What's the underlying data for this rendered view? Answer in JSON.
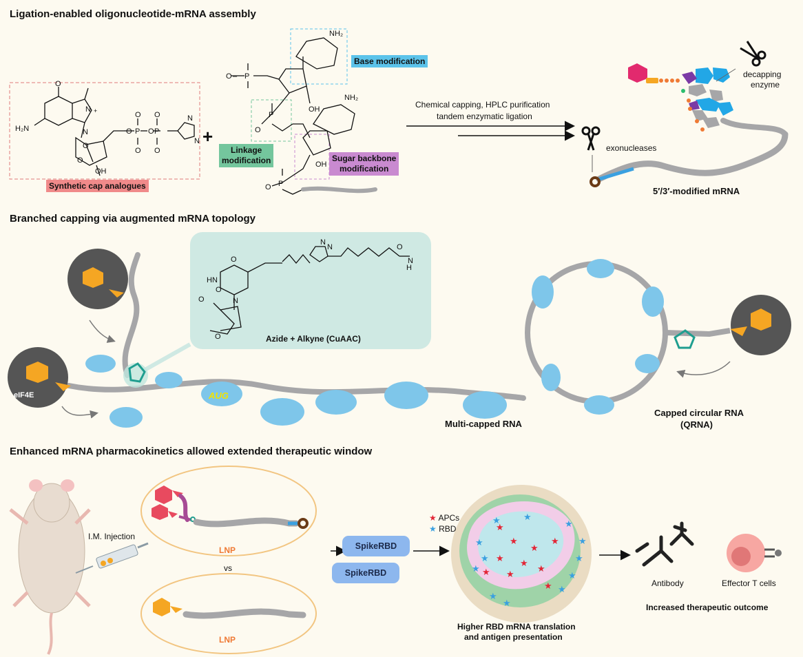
{
  "sections": {
    "s1_title": "Ligation-enabled oligonucleotide-mRNA assembly",
    "s2_title": "Branched capping via augmented mRNA topology",
    "s3_title": "Enhanced mRNA pharmacokinetics allowed extended therapeutic window"
  },
  "panel1": {
    "synthetic_cap": "Synthetic cap analogues",
    "base_mod": "Base modification",
    "linkage_mod_1": "Linkage",
    "linkage_mod_2": "modification",
    "sugar_mod_1": "Sugar backbone",
    "sugar_mod_2": "modification",
    "plus": "+",
    "arrow_text_1": "Chemical capping, HPLC purification",
    "arrow_text_2": "tandem enzymatic ligation",
    "decapping_1": "decapping",
    "decapping_2": "enzyme",
    "exonucleases": "exonucleases",
    "product": "5′/3′-modified mRNA"
  },
  "panel2": {
    "click_chem": "Azide + Alkyne (CuAAC)",
    "eif4e": "eIF4E",
    "aug": "AUG",
    "multi_capped": "Multi-capped RNA",
    "capped_circ_1": "Capped circular RNA",
    "capped_circ_2": "(QRNA)"
  },
  "panel3": {
    "injection": "I.M. Injection",
    "lnp_top": "LNP",
    "vs": "vs",
    "lnp_bottom": "LNP",
    "spike_1": "SpikeRBD",
    "spike_2": "SpikeRBD",
    "legend_apcs": "APCs",
    "legend_rbd": "RBD",
    "tissue_caption_1": "Higher RBD mRNA translation",
    "tissue_caption_2": "and antigen presentation",
    "antibody": "Antibody",
    "effector": "Effector T cells",
    "outcome": "Increased therapeutic outcome"
  },
  "colors": {
    "cap_orange": "#f5a623",
    "cap_red": "#e84a5f",
    "rna_gray": "#a6a6a8",
    "ribosome_blue": "#7ec6ea",
    "triazole_teal": "#1f9e8f",
    "spike_blue": "#8db7ee",
    "pink_tag": "#f08a8a",
    "blue_tag": "#5cc3ea",
    "green_tag": "#74c69d",
    "purple_tag": "#c98ad0"
  }
}
